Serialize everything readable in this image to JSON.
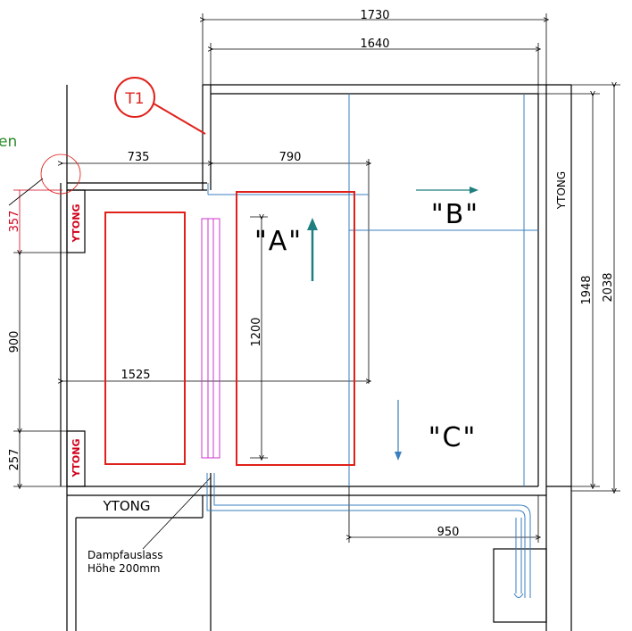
{
  "dimensions": {
    "top_total": "1730",
    "top_inner": "1640",
    "left_segment": "735",
    "right_segment": "790",
    "vertical_357": "357",
    "vertical_900": "900",
    "vertical_257": "257",
    "width_1525": "1525",
    "height_1200": "1200",
    "right_1948": "1948",
    "right_2038": "2038",
    "bottom_950": "950"
  },
  "labels": {
    "tag": "T1",
    "zone_a": "\"A\"",
    "zone_b": "\"B\"",
    "zone_c": "\"C\"",
    "left_partial": "en",
    "ytong_right": "YTONG",
    "ytong_bottom": "YTONG",
    "ytong_left_top": "YTONG",
    "ytong_left_bottom": "YTONG",
    "steam_note_line1": "Dampfauslass",
    "steam_note_line2": "Höhe 200mm"
  },
  "colors": {
    "red": "#e0211b",
    "teal": "#1f7f7f",
    "blue": "#3a7fbf",
    "magenta": "#cc33cc",
    "green": "#2a8a2a"
  }
}
